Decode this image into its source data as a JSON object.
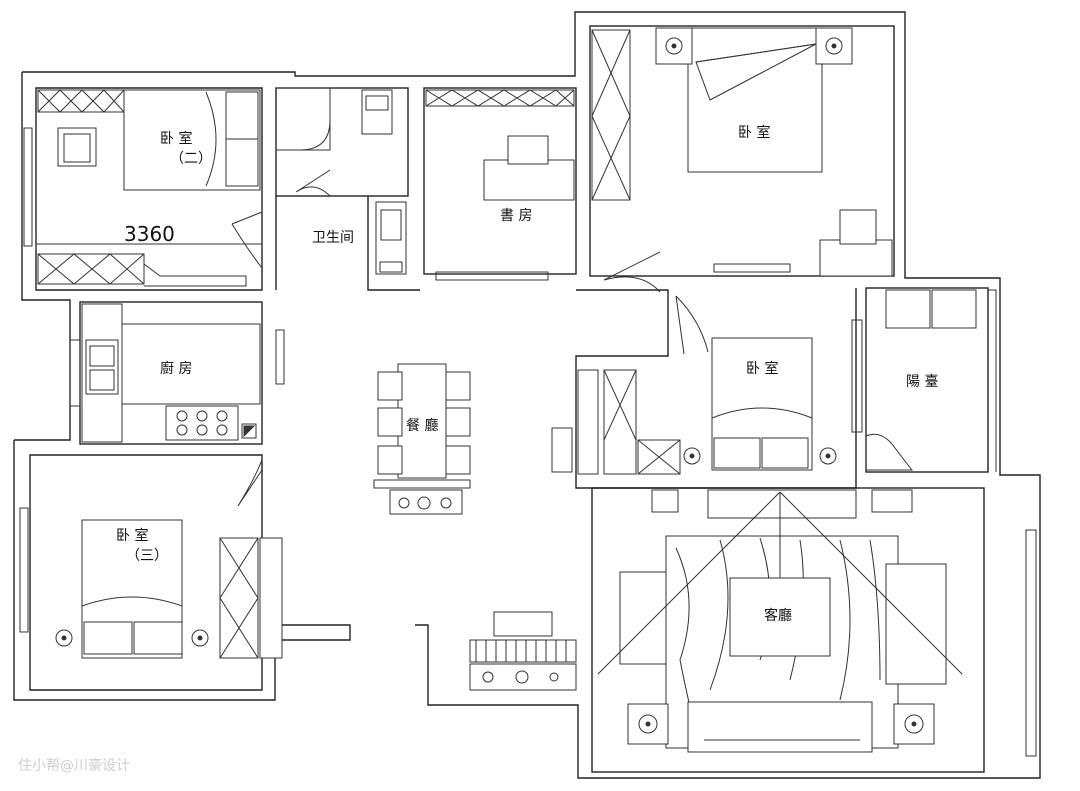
{
  "plan": {
    "rooms": {
      "bedroom_2": "卧 室",
      "bedroom_2_sub": "（二）",
      "master_bedroom": "卧 室",
      "study": "書 房",
      "bathroom": "卫生间",
      "kitchen": "廚 房",
      "dining": "餐 廳",
      "bedroom_4": "卧 室",
      "balcony": "陽 臺",
      "bedroom_3": "卧 室",
      "bedroom_3_sub": "（三）",
      "living": "客廳"
    },
    "dimension": "3360",
    "watermark": "住小帮@川豪设计"
  }
}
